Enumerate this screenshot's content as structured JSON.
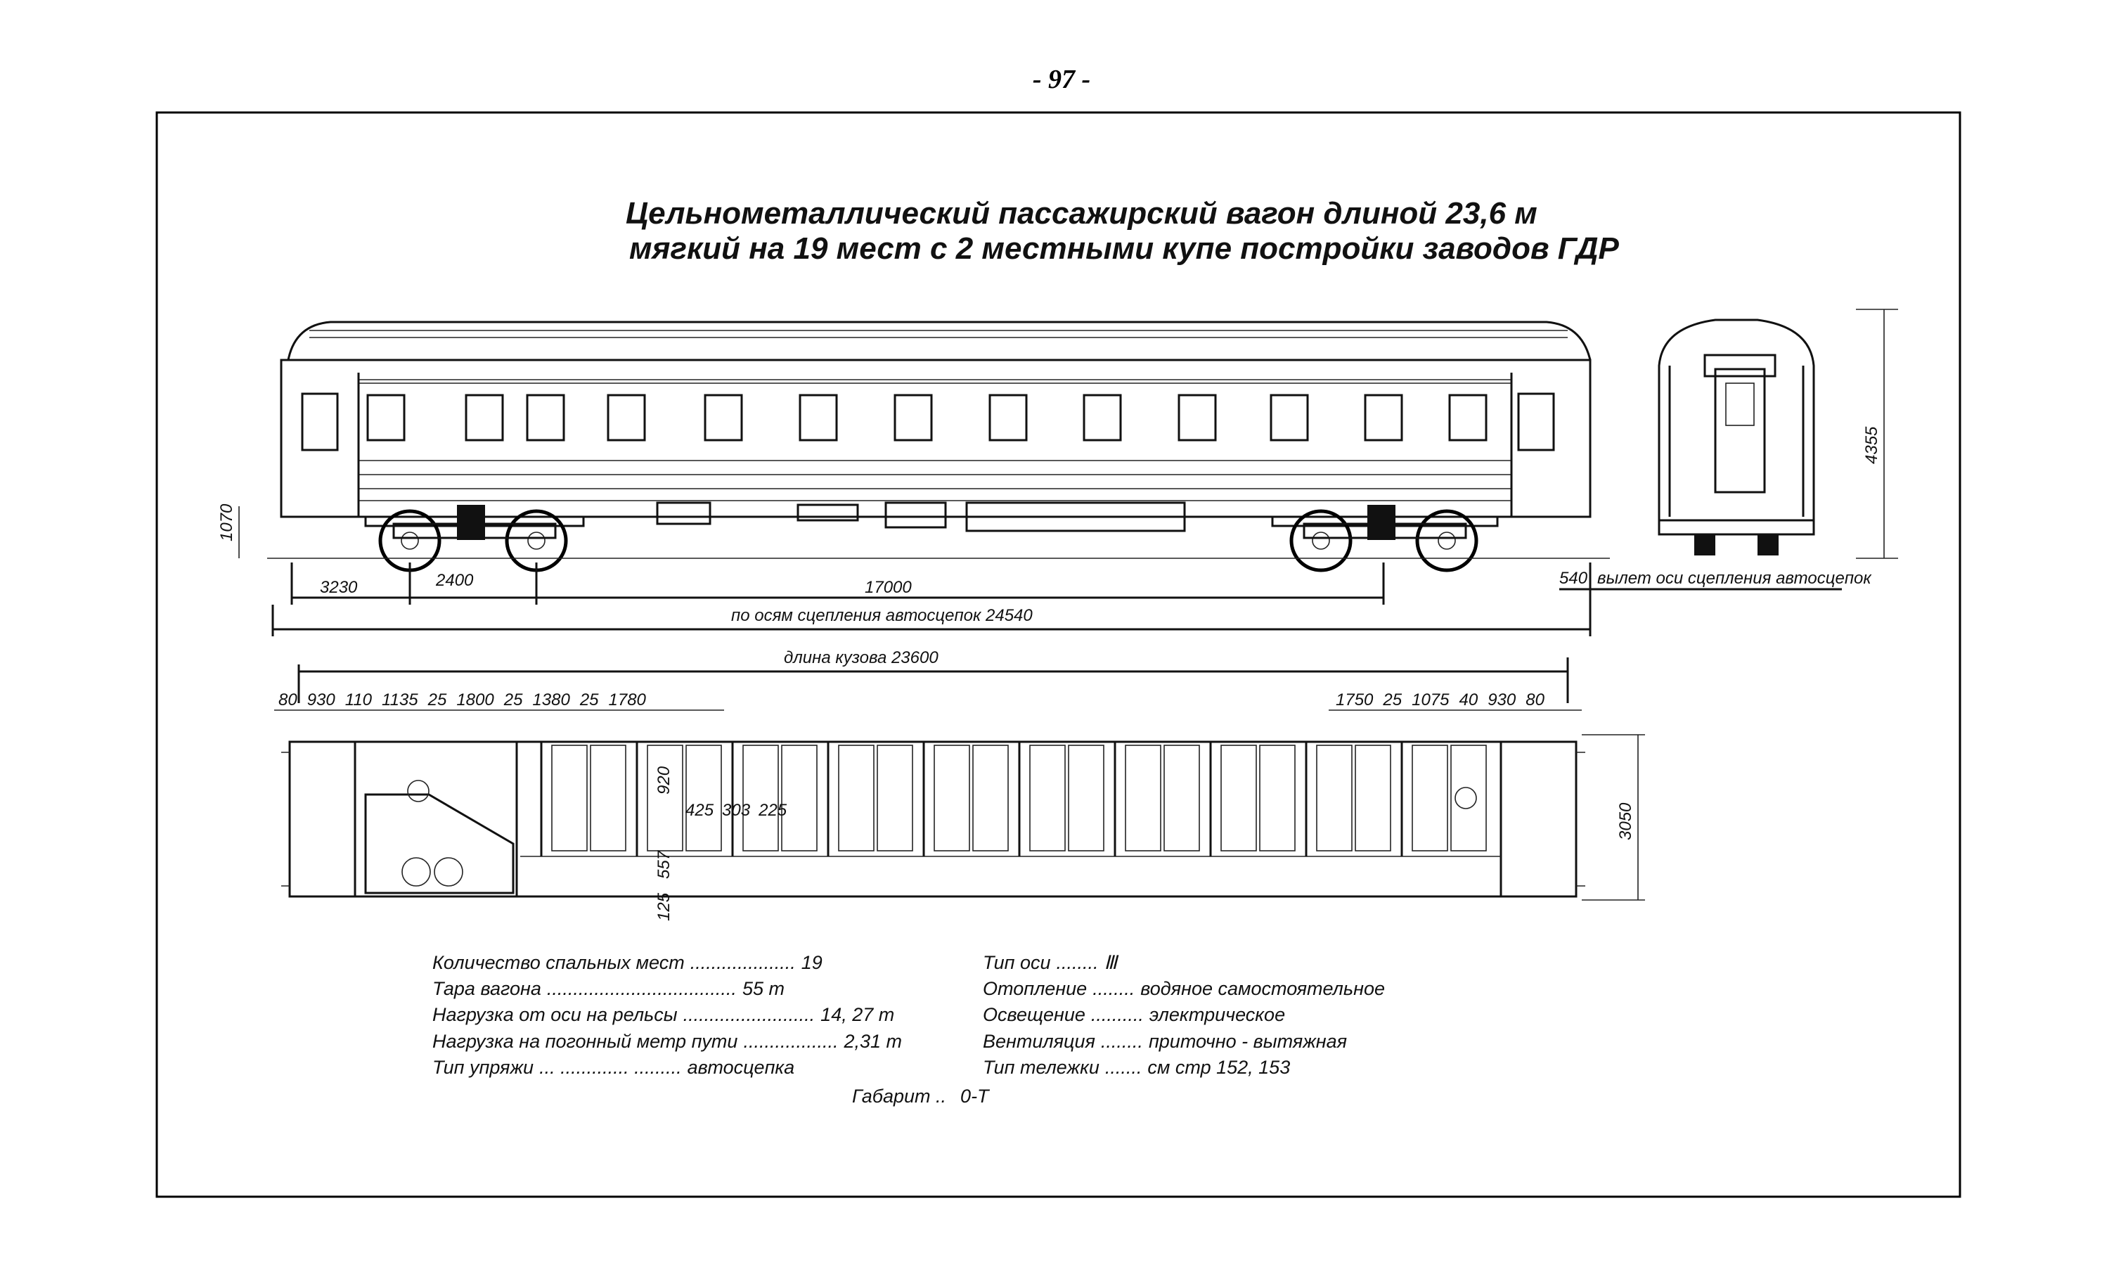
{
  "page_number": "- 97 -",
  "title": {
    "line1": "Цельнометаллический пассажирский вагон длиной 23,6 м",
    "line2": "мягкий на 19 мест с 2 местными купе постройки заводов ГДР"
  },
  "side_view": {
    "dims": {
      "height_floor": "1070",
      "overhang": "3230",
      "bogie_base": "2400",
      "bogie_centers": "17000",
      "coupler_length": "по осям сцепления автосцепок 24540",
      "body_length": "длина кузова 23600",
      "coupler_offset": "540",
      "coupler_offset_label": "вылет оси сцепления автосцепок"
    }
  },
  "end_view": {
    "height": "4355"
  },
  "plan_view": {
    "dims_left": [
      "80",
      "930",
      "110",
      "1135",
      "25",
      "1800",
      "25",
      "1380",
      "25",
      "1780"
    ],
    "dims_right": [
      "1750",
      "25",
      "1075",
      "40",
      "930",
      "80"
    ],
    "width": "3050",
    "inner": [
      "920",
      "425",
      "303",
      "225",
      "125",
      "557"
    ]
  },
  "specs": {
    "left": [
      {
        "label": "Количество спальных мест",
        "dots": "....................",
        "value": "19"
      },
      {
        "label": "Тара вагона",
        "dots": "....................................",
        "value": "55 т"
      },
      {
        "label": "Нагрузка от оси на рельсы",
        "dots": ".........................",
        "value": "14, 27 т"
      },
      {
        "label": "Нагрузка на погонный метр пути",
        "dots": "..................",
        "value": "2,31 т"
      },
      {
        "label": "Тип упряжи",
        "dots": "... ............. .........",
        "value": "автосцепка"
      }
    ],
    "right": [
      {
        "label": "Тип оси",
        "dots": "........",
        "value": "Ⅲ"
      },
      {
        "label": "Отопление",
        "dots": "........",
        "value": "водяное самостоятельное"
      },
      {
        "label": "Освещение",
        "dots": "..........",
        "value": "электрическое"
      },
      {
        "label": "Вентиляция",
        "dots": "........",
        "value": "приточно - вытяжная"
      },
      {
        "label": "Тип тележки",
        "dots": ".......",
        "value": "см стр 152, 153"
      }
    ],
    "gabarit_label": "Габарит ..",
    "gabarit_value": "0-Т"
  }
}
